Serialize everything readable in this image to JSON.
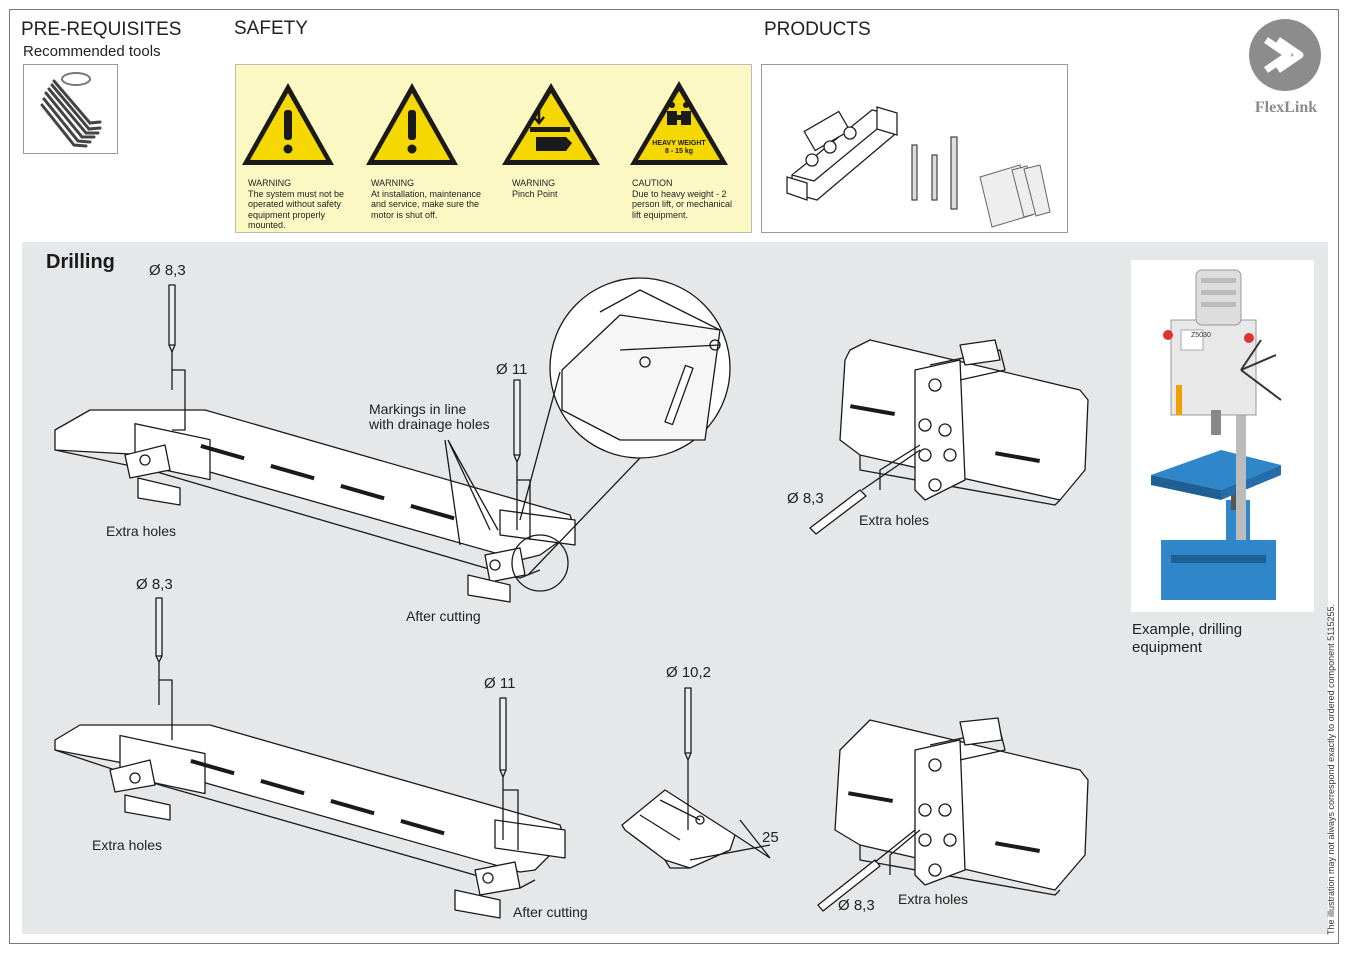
{
  "header": {
    "prereq_title": "PRE-REQUISITES",
    "prereq_sub": "Recommended tools",
    "safety_title": "SAFETY",
    "products_title": "PRODUCTS",
    "logo_text": "FlexLink"
  },
  "safety": [
    {
      "icon": "warning-triangle-icon",
      "heading": "WARNING",
      "lines": [
        "The system must not be",
        "operated without safety",
        "equipment properly",
        "mounted."
      ]
    },
    {
      "icon": "warning-triangle-icon",
      "heading": "WARNING",
      "lines": [
        "At installation, maintenance",
        "and service, make sure the",
        "motor is shut off."
      ]
    },
    {
      "icon": "pinch-point-icon",
      "heading": "WARNING",
      "lines": [
        "Pinch Point"
      ]
    },
    {
      "icon": "heavy-weight-icon",
      "heading": "CAUTION",
      "lines": [
        "Due to heavy weight - 2",
        "person lift, or mechanical",
        " lift equipment."
      ],
      "sign_line1": "HEAVY WEIGHT",
      "sign_line2": "8 - 15 kg"
    }
  ],
  "drilling": {
    "title": "Drilling",
    "labels": {
      "d83_a": "Ø 8,3",
      "d11_a": "Ø 11",
      "markings_1": "Markings in line",
      "markings_2": "with drainage holes",
      "extra_holes_a": "Extra holes",
      "after_cutting_a": "After cutting",
      "d83_b": "Ø 8,3",
      "extra_holes_b": "Extra holes",
      "d83_c": "Ø 8,3",
      "d11_c": "Ø 11",
      "extra_holes_c": "Extra holes",
      "after_cutting_c": "After cutting",
      "d102": "Ø 10,2",
      "dim25": "25",
      "d83_d": "Ø 8,3",
      "extra_holes_d": "Extra holes"
    },
    "photo_caption_1": "Example, drilling",
    "photo_caption_2": "equipment",
    "photo_model": "Z5030"
  },
  "footnote": "The illustration may not always correspond exactly to ordered component 5115255.",
  "colors": {
    "drill_bg": "#e6e7e8",
    "safety_bg": "#fbf8c4",
    "sign_yellow": "#f5d800",
    "logo_gray": "#8c8c8c",
    "machine_blue": "#2f86c8"
  }
}
